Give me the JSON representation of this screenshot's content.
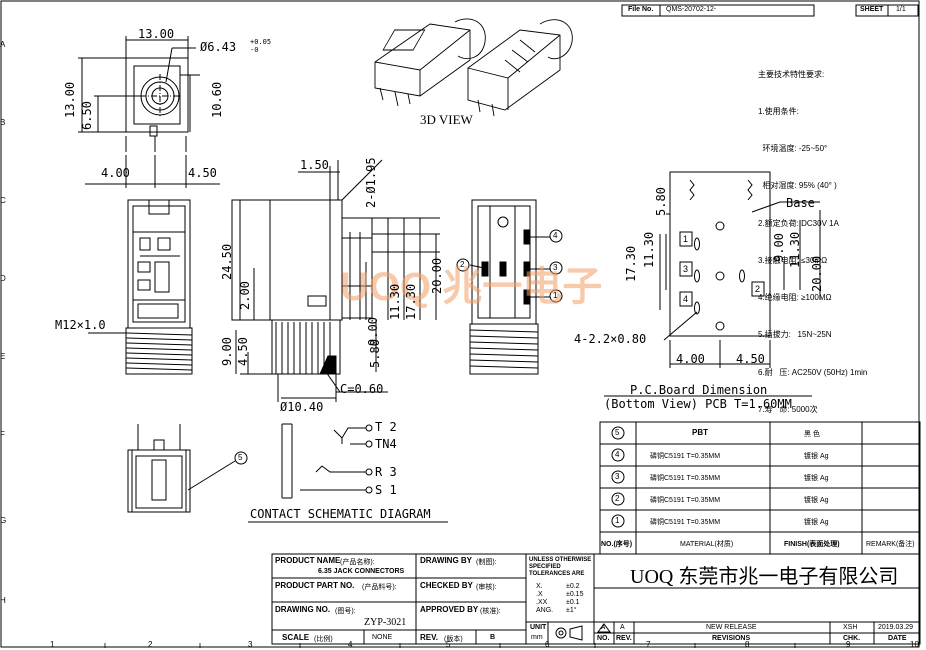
{
  "header": {
    "file_no_label": "File No.",
    "file_no_value": "QMS-20702-12-",
    "sheet_label": "SHEET",
    "sheet_value": "1/1"
  },
  "border": {
    "left_letters": [
      "A",
      "B",
      "C",
      "D",
      "E",
      "F",
      "G",
      "H"
    ],
    "bottom_numbers": [
      "1",
      "2",
      "3",
      "4",
      "5",
      "6",
      "7",
      "8",
      "9",
      "10"
    ]
  },
  "views": {
    "view_3d_label": "3D VIEW",
    "pcb_title": "P.C.Board Dimension",
    "pcb_subtitle": "(Bottom View) PCB T=1.60MM",
    "schematic_title": "CONTACT SCHEMATIC DIAGRAM",
    "base_label": "Base",
    "watermark": "UOQ 兆一电子"
  },
  "dims": {
    "d13": "13.00",
    "d643": "Ø6.43",
    "d643_tol_plus": "+0.05",
    "d643_tol_minus": "-0",
    "d13v": "13.00",
    "d650": "6.50",
    "d1060": "10.60",
    "d400a": "4.00",
    "d450a": "4.50",
    "d150": "1.50",
    "d2x195": "2-Ø1.95",
    "d2450": "24.50",
    "d200": "2.00",
    "d900a": "9.00",
    "d450b": "4.50",
    "m12": "M12×1.0",
    "d1130a": "11.30",
    "d1730a": "17.30",
    "d2000a": "20.00",
    "d900b": "9.00",
    "d580a": "5.80",
    "c060": "C=0.60",
    "d1040": "Ø10.40",
    "d580b": "5.80",
    "d1730b": "17.30",
    "d1130b": "11.30",
    "d900c": "9.00",
    "d1130c": "11.30",
    "d2000b": "20.00",
    "holes": "4-2.2×0.80",
    "d400b": "4.00",
    "d450c": "4.50"
  },
  "callouts": [
    "1",
    "2",
    "3",
    "4",
    "5"
  ],
  "schematic_pins": [
    "T 2",
    "TN4",
    "R 3",
    "S 1"
  ],
  "notes": {
    "title": "主要技术特性要求:",
    "lines": [
      "1.使用条件:",
      "  环境温度: -25~50°",
      "  相对湿度: 95% (40° )",
      "2.额定负荷: DC30V 1A",
      "3.接触电阻: ≤30mΩ",
      "4.绝缘电阻: ≥100MΩ",
      "5.插拔力:   15N~25N",
      "6.耐   压: AC250V (50Hz) 1min",
      "7.寿   命: 5000次"
    ]
  },
  "bom": {
    "rows": [
      {
        "no": "5",
        "material": "PBT",
        "finish": "黑 色",
        "remark": ""
      },
      {
        "no": "4",
        "material": "磷铜C5191  T=0.35MM",
        "finish": "镀银 Ag",
        "remark": ""
      },
      {
        "no": "3",
        "material": "磷铜C5191  T=0.35MM",
        "finish": "镀银 Ag",
        "remark": ""
      },
      {
        "no": "2",
        "material": "磷铜C5191  T=0.35MM",
        "finish": "镀银 Ag",
        "remark": ""
      },
      {
        "no": "1",
        "material": "磷铜C5191  T=0.35MM",
        "finish": "镀银 Ag",
        "remark": ""
      }
    ],
    "header": {
      "no": "NO.(序号)",
      "material": "MATERIAL(材质)",
      "finish": "FINISH(表面处理)",
      "remark": "REMARK(备注)"
    }
  },
  "title_block": {
    "product_name_label": "PRODUCT NAME",
    "product_name_cn": "(产品名称):",
    "product_name_value": "6.35 JACK CONNECTORS",
    "product_part_label": "PRODUCT PART NO.",
    "product_part_cn": "(产品料号):",
    "drawing_no_label": "DRAWING NO.",
    "drawing_no_cn": "(图号):",
    "drawing_no_value": "ZYP-3021",
    "scale_label": "SCALE",
    "scale_cn": "(比例)",
    "scale_value": "NONE",
    "rev_label": "REV.",
    "rev_cn": "(版本)",
    "rev_value": "B",
    "drawing_by_label": "DRAWING BY",
    "drawing_by_cn": "(制图):",
    "checked_by_label": "CHECKED BY",
    "checked_by_cn": "(审核):",
    "approved_by_label": "APPROVED BY",
    "approved_by_cn": "(核准):",
    "tol_title": "UNLESS OTHERWISE SPECIFIED TOLERANCES ARE",
    "tol_rows": [
      {
        "k": "X.",
        "v": "±0.2"
      },
      {
        "k": ".X",
        "v": "±0.15"
      },
      {
        "k": ".XX",
        "v": "±0.1"
      },
      {
        "k": "ANG.",
        "v": "±1°"
      }
    ],
    "unit_label": "UNIT",
    "unit_value": "mm",
    "company": "UOQ 东莞市兆一电子有限公司"
  },
  "revisions": {
    "row_mark": "A",
    "row_desc": "NEW RELEASE",
    "row_chk": "XSH",
    "row_date": "2019.03.29",
    "h_no": "NO.",
    "h_rev": "REV.",
    "h_revs": "REVISIONS",
    "h_chk": "CHK.",
    "h_date": "DATE",
    "triangle": "A"
  }
}
